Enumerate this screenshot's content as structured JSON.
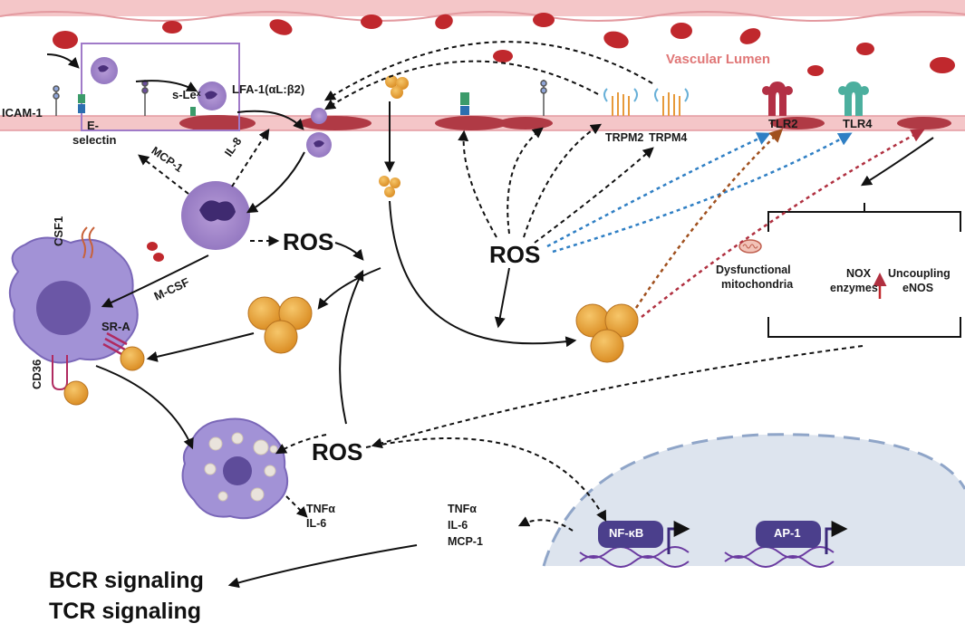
{
  "labels": {
    "vascular_lumen": "Vascular Lumen",
    "icam1": "ICAM-1",
    "e_selectin_1": "E-",
    "e_selectin_2": "selectin",
    "s_lex": "s-Leˣ",
    "lfa1": "LFA-1(αL:β2)",
    "mcp1": "MCP-1",
    "il8": "IL-8",
    "csf1": "CSF1",
    "mcsf": "M-CSF",
    "sra": "SR-A",
    "cd36": "CD36",
    "ros": "ROS",
    "trpm2": "TRPM2",
    "trpm4": "TRPM4",
    "tlr2": "TLR2",
    "tlr4": "TLR4",
    "dysfunctional_1": "Dysfunctional",
    "dysfunctional_2": "mitochondria",
    "nox_1": "NOX",
    "nox_2": "enzymes",
    "uncoupling_1": "Uncoupling",
    "uncoupling_2": "eNOS",
    "tnfa": "TNFα",
    "il6": "IL-6",
    "nfkb": "NF-κB",
    "ap1": "AP-1",
    "bcr": "BCR signaling",
    "tcr": "TCR signaling"
  },
  "colors": {
    "endothelium": "#f4c6c8",
    "rbc": "#c0282d",
    "neutrophil": "#a489c9",
    "macrophage": "#8f7cc4",
    "ldl": "#e7a23a",
    "tlr2": "#b33045",
    "tlr4": "#4caf9e",
    "nucleus": "#dde4ee",
    "tf_box": "#4b3f8c"
  }
}
